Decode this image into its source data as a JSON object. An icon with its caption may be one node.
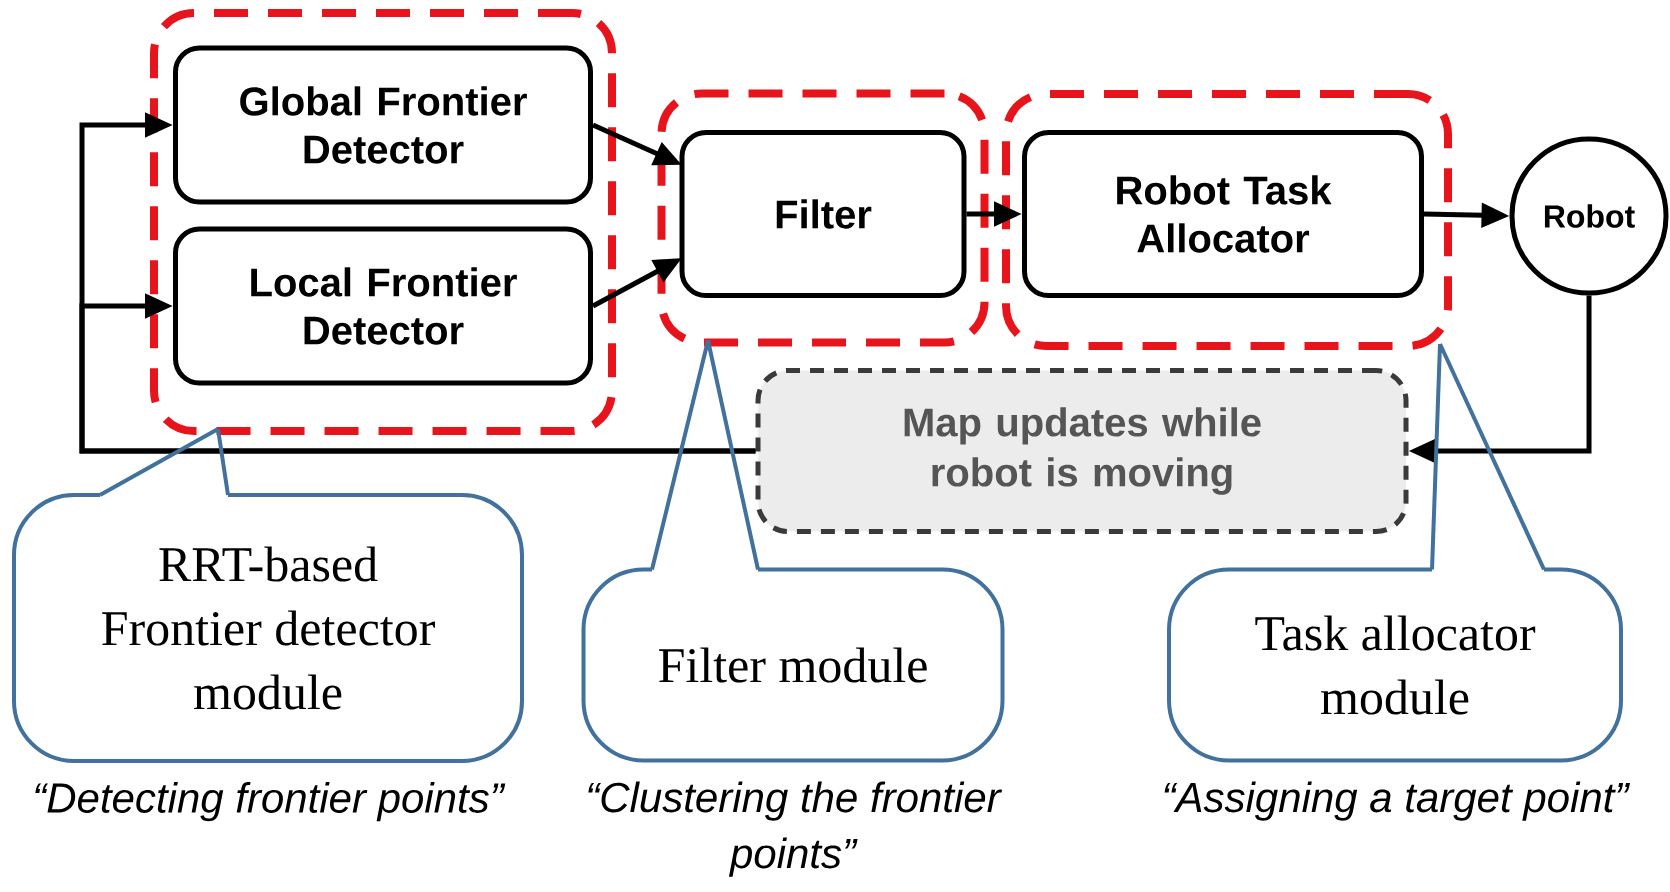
{
  "diagram": {
    "nodes": [
      {
        "text": [],
        "shape": "box"
      },
      {
        "text": [
          "Global Frontier Detector"
        ],
        "in": 0
      },
      {
        "text": [
          "Local Frontier Detector"
        ],
        "in": 0
      },
      {
        "text": [],
        "shape": "box"
      },
      {
        "text": [
          "Filter"
        ],
        "in": 3
      },
      {
        "text": [],
        "shape": "box"
      },
      {
        "text": [
          "Robot Task Allocator"
        ],
        "in": 5
      },
      {
        "text": [
          "Robot"
        ]
      },
      {
        "text": [
          "Map updates while robot is moving"
        ]
      },
      {
        "text": [
          "RRT-based Frontier detector module"
        ],
        "beside": [
          "“Detecting frontier points”"
        ]
      },
      {
        "text": [
          "Filter module"
        ],
        "beside": [
          "“Clustering the frontier points”"
        ]
      },
      {
        "text": [
          "Task allocator module"
        ],
        "beside": [
          "“Assigning a target point”"
        ]
      }
    ],
    "edges": [
      {
        "from": 8,
        "to": 1,
        "arrow": "to"
      },
      {
        "from": 8,
        "to": 2,
        "arrow": "to"
      },
      {
        "from": 1,
        "to": 4,
        "arrow": "to"
      },
      {
        "from": 2,
        "to": 4,
        "arrow": "to"
      },
      {
        "from": 4,
        "to": 6,
        "arrow": "to"
      },
      {
        "from": 6,
        "to": 7,
        "arrow": "to"
      },
      {
        "from": 7,
        "to": 8,
        "arrow": "to"
      },
      {
        "from": 9,
        "to": 0,
        "arrow": "none",
        "color": "#41719c"
      },
      {
        "from": 10,
        "to": 3,
        "arrow": "none",
        "color": "#41719c"
      },
      {
        "from": 11,
        "to": 5,
        "arrow": "none",
        "color": "#41719c"
      }
    ]
  }
}
